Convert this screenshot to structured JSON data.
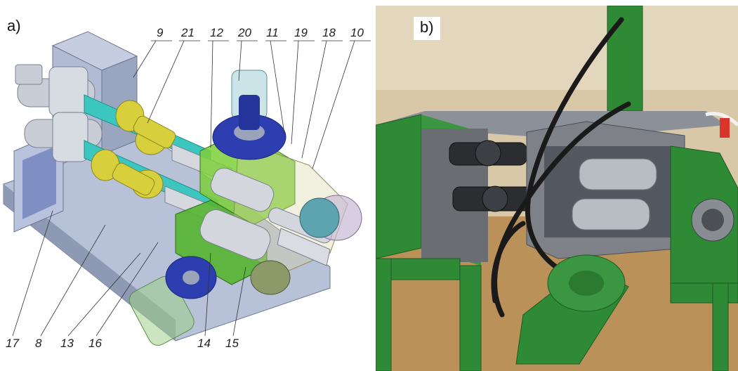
{
  "figure": {
    "panel_a": {
      "label": "a)",
      "callouts_top": [
        "9",
        "21",
        "12",
        "20",
        "11",
        "19",
        "18",
        "10"
      ],
      "callouts_bottom": [
        "17",
        "8",
        "13",
        "16",
        "14",
        "15"
      ]
    },
    "panel_b": {
      "label": "b)"
    }
  },
  "colors": {
    "steel_block": "#a9b6cf",
    "shaft_cyan": "#3cc6c0",
    "cardan_yellow": "#d7cf3c",
    "flange_blue": "#2d3fb0",
    "green_frame": "#2f8a36",
    "lime_plate": "#7ccf3a",
    "wall_beige": "#d8c8a8",
    "hose_black": "#1a1a1a"
  }
}
